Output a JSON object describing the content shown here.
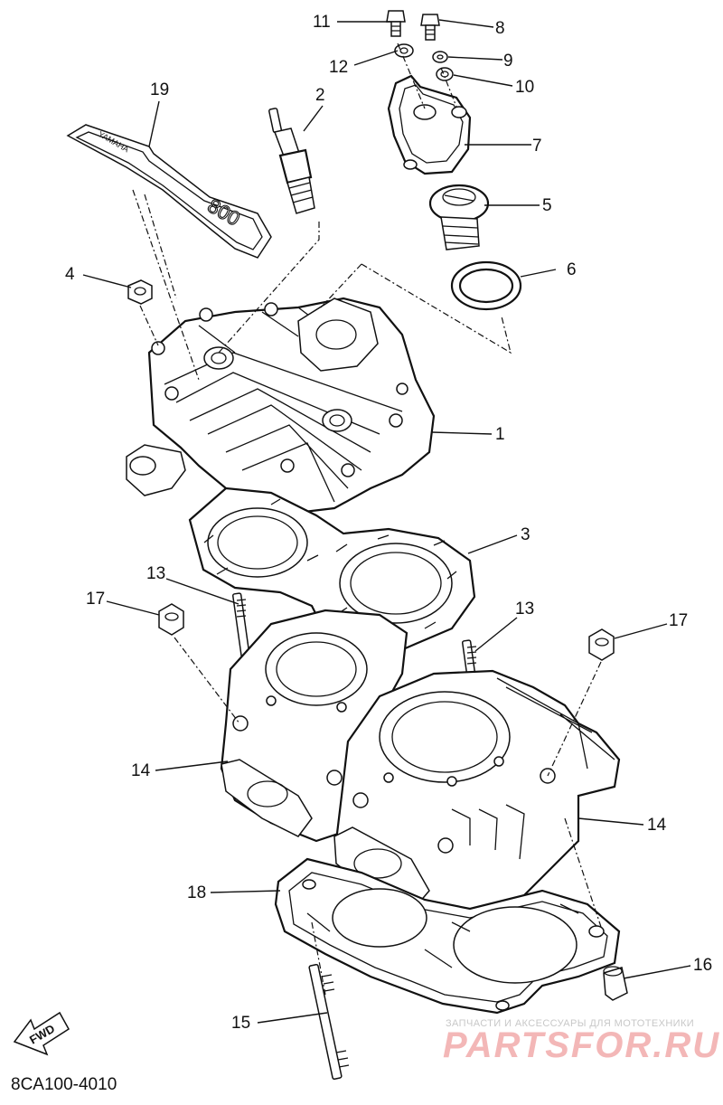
{
  "callouts": [
    {
      "num": "1",
      "part": "cylinder-head"
    },
    {
      "num": "2",
      "part": "spark-plug"
    },
    {
      "num": "3",
      "part": "head-gasket"
    },
    {
      "num": "4",
      "part": "head-nut"
    },
    {
      "num": "5",
      "part": "thermostat"
    },
    {
      "num": "6",
      "part": "o-ring"
    },
    {
      "num": "7",
      "part": "thermostat-cover"
    },
    {
      "num": "8",
      "part": "bolt"
    },
    {
      "num": "9",
      "part": "washer"
    },
    {
      "num": "10",
      "part": "washer"
    },
    {
      "num": "11",
      "part": "bolt"
    },
    {
      "num": "12",
      "part": "washer"
    },
    {
      "num": "13",
      "part": "stud-bolt-left"
    },
    {
      "num": "13",
      "part": "stud-bolt-right"
    },
    {
      "num": "14",
      "part": "cylinder-left"
    },
    {
      "num": "14",
      "part": "cylinder-right"
    },
    {
      "num": "15",
      "part": "stud-bolt"
    },
    {
      "num": "16",
      "part": "dowel-pin"
    },
    {
      "num": "17",
      "part": "nut-left"
    },
    {
      "num": "17",
      "part": "nut-right"
    },
    {
      "num": "18",
      "part": "base-gasket"
    },
    {
      "num": "19",
      "part": "decal-plate"
    }
  ],
  "decal_text": "YAMAHA",
  "decal_number": "800",
  "fwd_label": "FWD",
  "diagram_code": "8CA100-4010",
  "watermark": {
    "tagline": "ЗАПЧАСТИ И АКСЕССУАРЫ ДЛЯ МОТОТЕХНИКИ",
    "brand": "PARTSFOR.RU"
  }
}
